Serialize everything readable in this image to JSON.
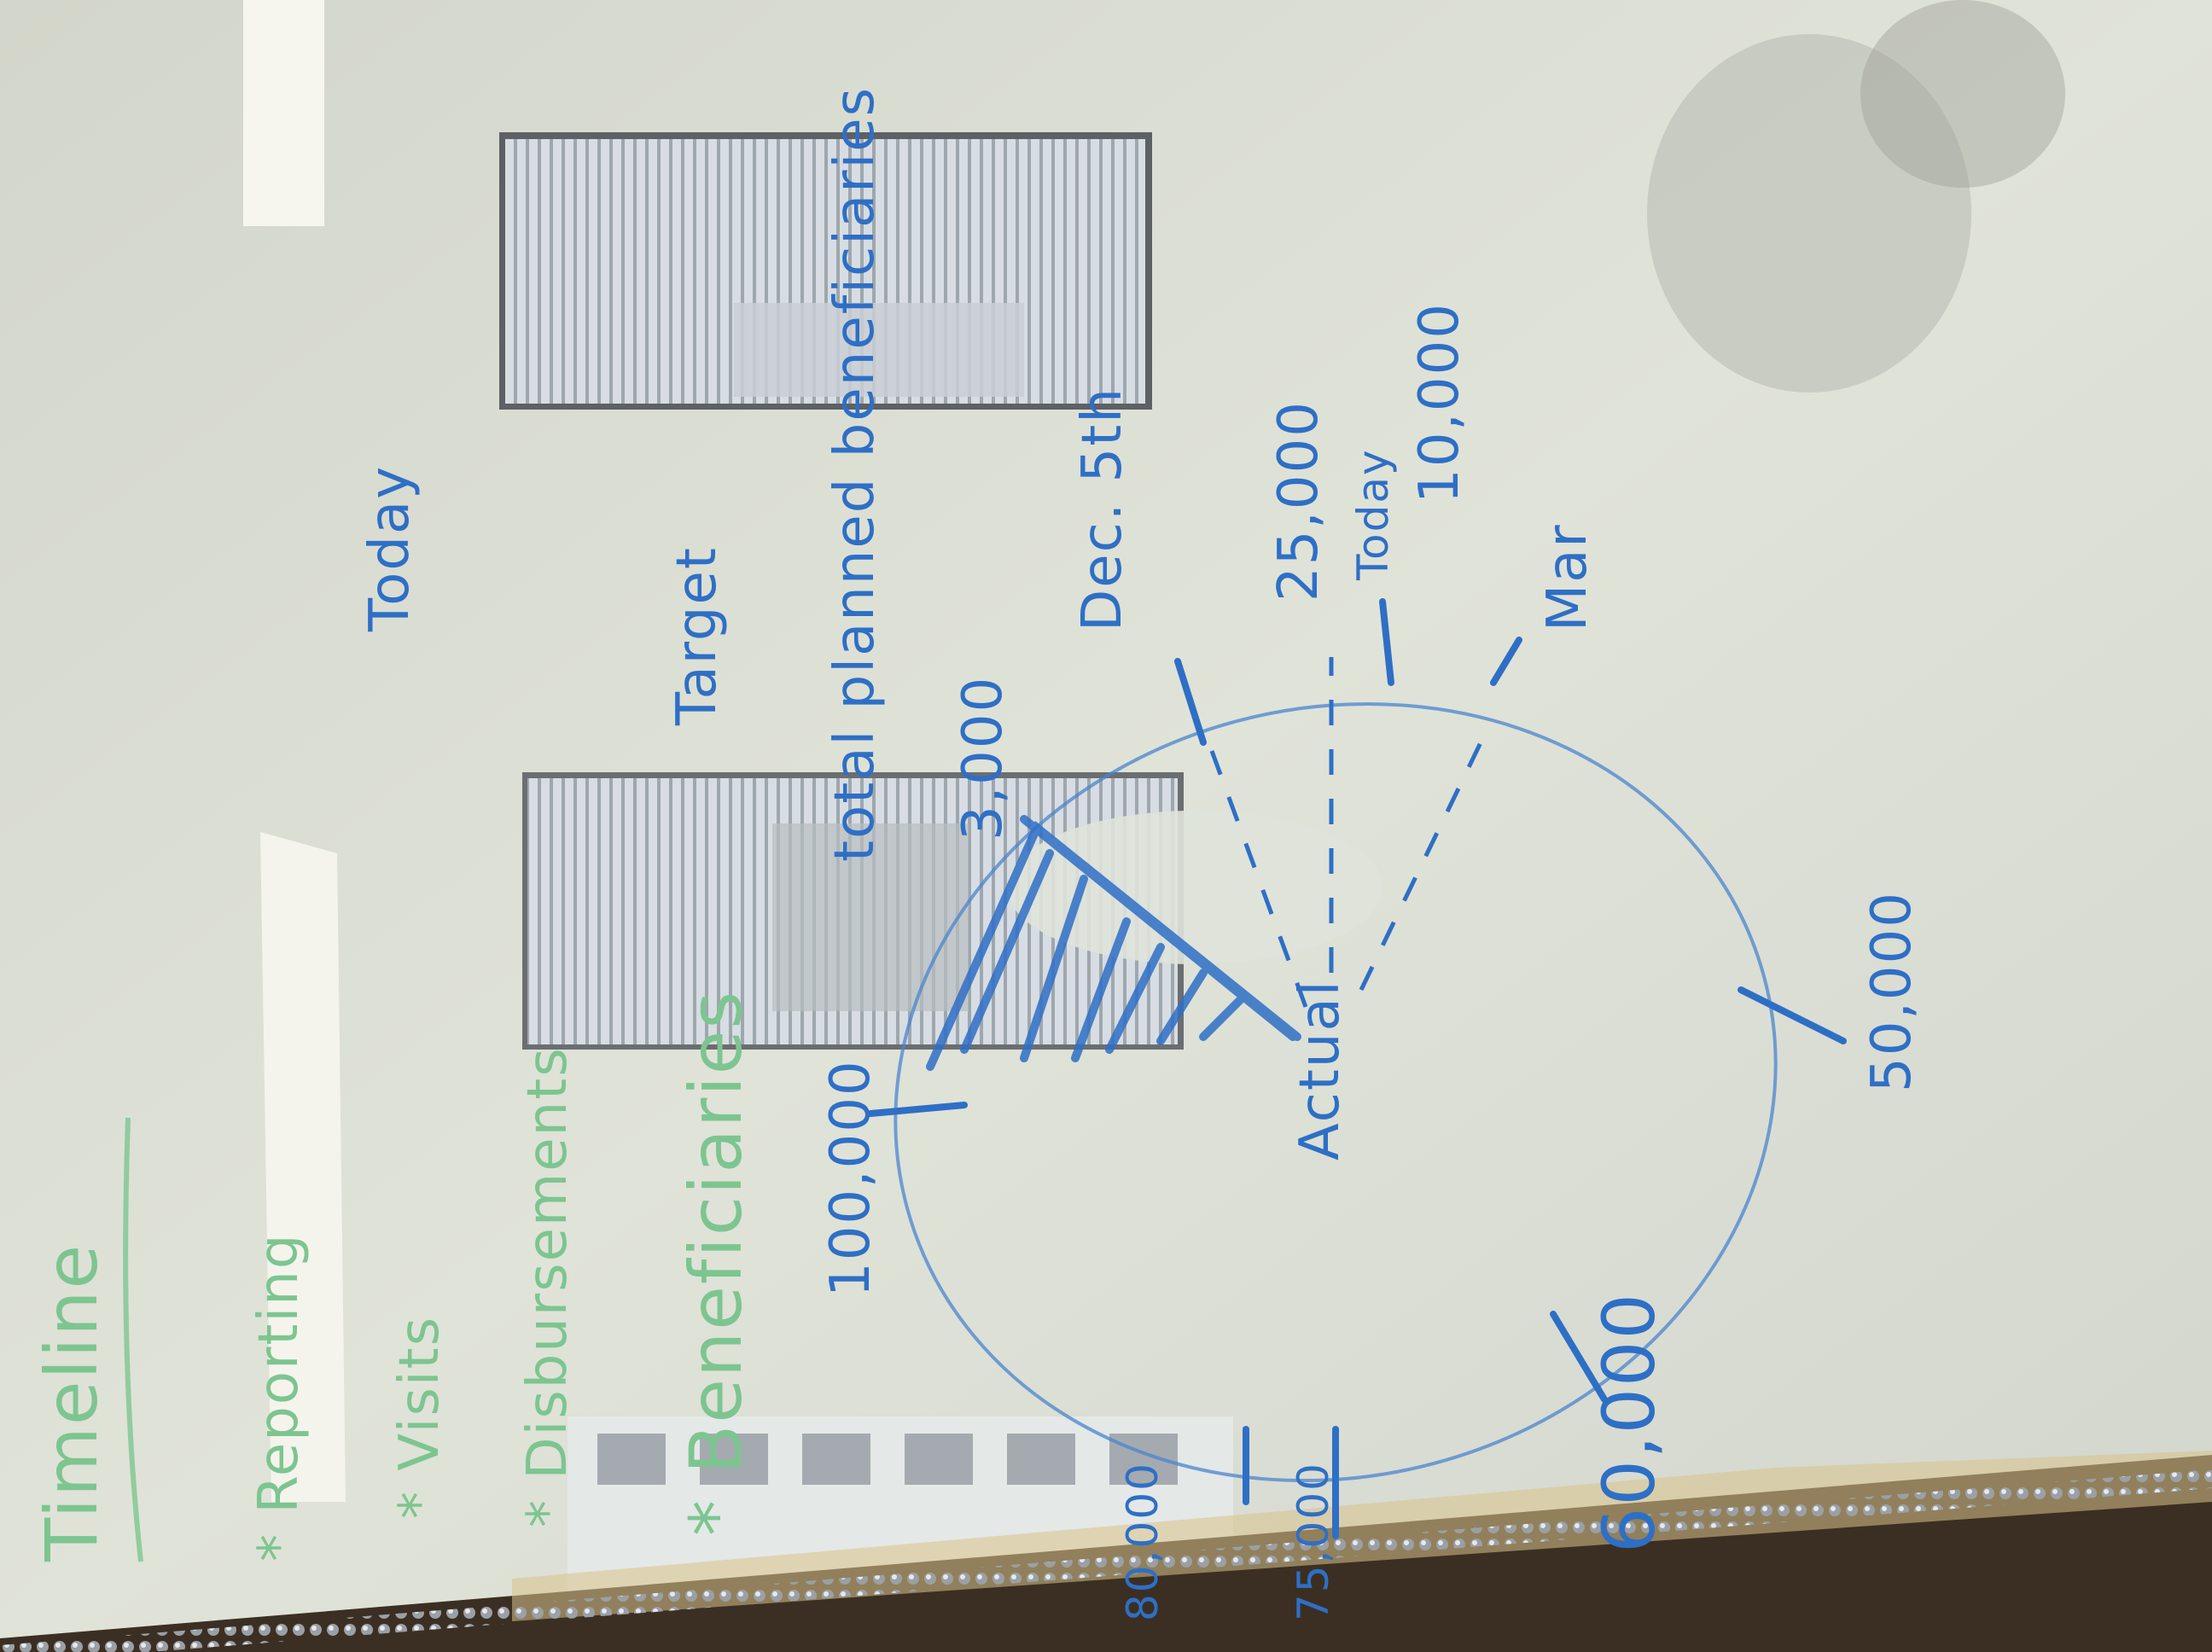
{
  "green_list": {
    "heading": "Timeline",
    "items": [
      "* Reporting",
      "* Visits",
      "* Disbursements",
      "* Beneficiaries"
    ]
  },
  "blue_notes": {
    "today_top": "Today",
    "target": "Target",
    "total_planned": "total planned beneficiaries",
    "dec": "Dec. 5th",
    "twenty_five": "25,000",
    "today_small": "Today",
    "mar": "Mar",
    "ten_thousand": "10,000",
    "fifty_thousand": "50,000",
    "sixty_thousand": "60,000",
    "hundred_thousand": "100,000",
    "three_thousand": "3,000",
    "actual": "Actual",
    "bottom_left_1": "80,000",
    "bottom_left_2": "75,000"
  },
  "colors": {
    "whiteboard": "#dcdfd3",
    "marker_blue": "#2e6fc6",
    "marker_green": "#7dc590",
    "ledge": "#3b2f23"
  }
}
